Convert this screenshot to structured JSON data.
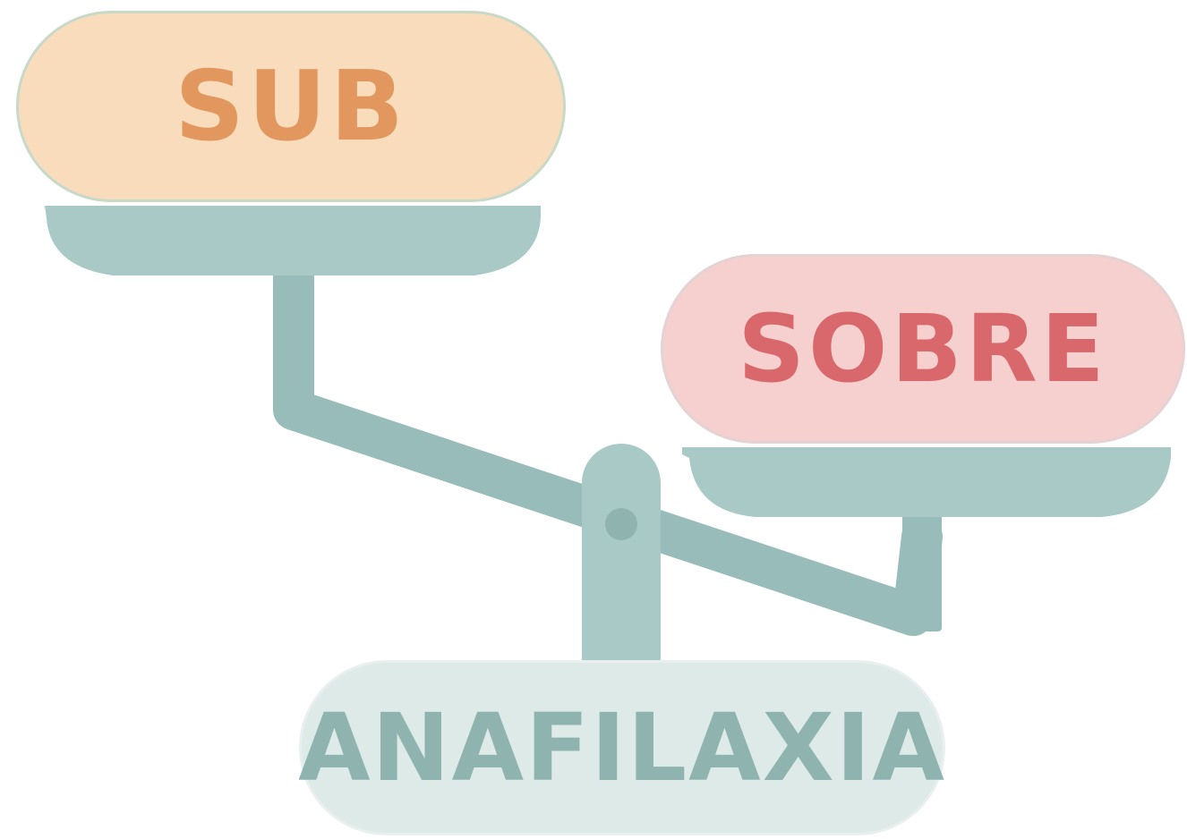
{
  "labels": {
    "left_pan": "SUB",
    "right_pan": "SOBRE",
    "base": "ANAFILAXIA"
  },
  "colors": {
    "scale": "#a8c9c5",
    "beam": "#98bcb9",
    "pivot": "#8fb4b0",
    "sub_fill": "#f8dcbc",
    "sub_text": "#e1975d",
    "sobre_fill": "#f6cfcf",
    "sobre_text": "#d9686c",
    "anafilaxia_fill": "#deeae7",
    "anafilaxia_text": "#8fb4b0"
  }
}
